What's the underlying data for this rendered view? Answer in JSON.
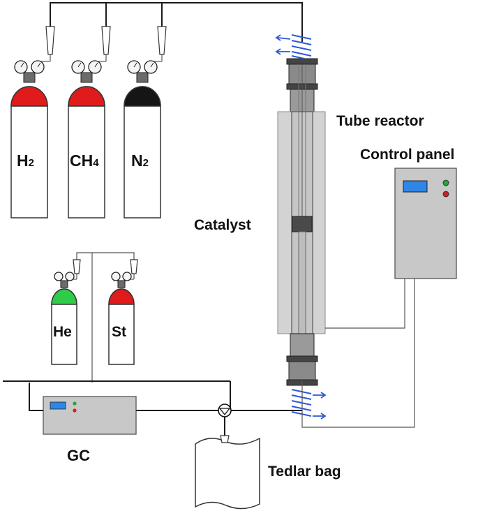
{
  "diagram": {
    "cylinders": [
      {
        "id": "h2",
        "label": "H2",
        "main": "H",
        "sub": "2",
        "cap_color": "#e01b1b"
      },
      {
        "id": "ch4",
        "label": "CH4",
        "main": "CH",
        "sub": "4",
        "cap_color": "#e01b1b"
      },
      {
        "id": "n2",
        "label": "N2",
        "main": "N",
        "sub": "2",
        "cap_color": "#151515"
      },
      {
        "id": "he",
        "label": "He",
        "main": "He",
        "sub": "",
        "cap_color": "#2fcc4a"
      },
      {
        "id": "st",
        "label": "St",
        "main": "St",
        "sub": "",
        "cap_color": "#e01b1b"
      }
    ],
    "labels": {
      "tube_reactor": "Tube reactor",
      "control_panel": "Control panel",
      "catalyst": "Catalyst",
      "gc": "GC",
      "tedlar_bag": "Tedlar bag"
    },
    "colors": {
      "heater": "#d3d3d3",
      "panel": "#c8c8c8",
      "screen": "#2f86e6",
      "led_green": "#22aa33",
      "led_red": "#cc2222",
      "coil": "#2d57d6"
    }
  }
}
